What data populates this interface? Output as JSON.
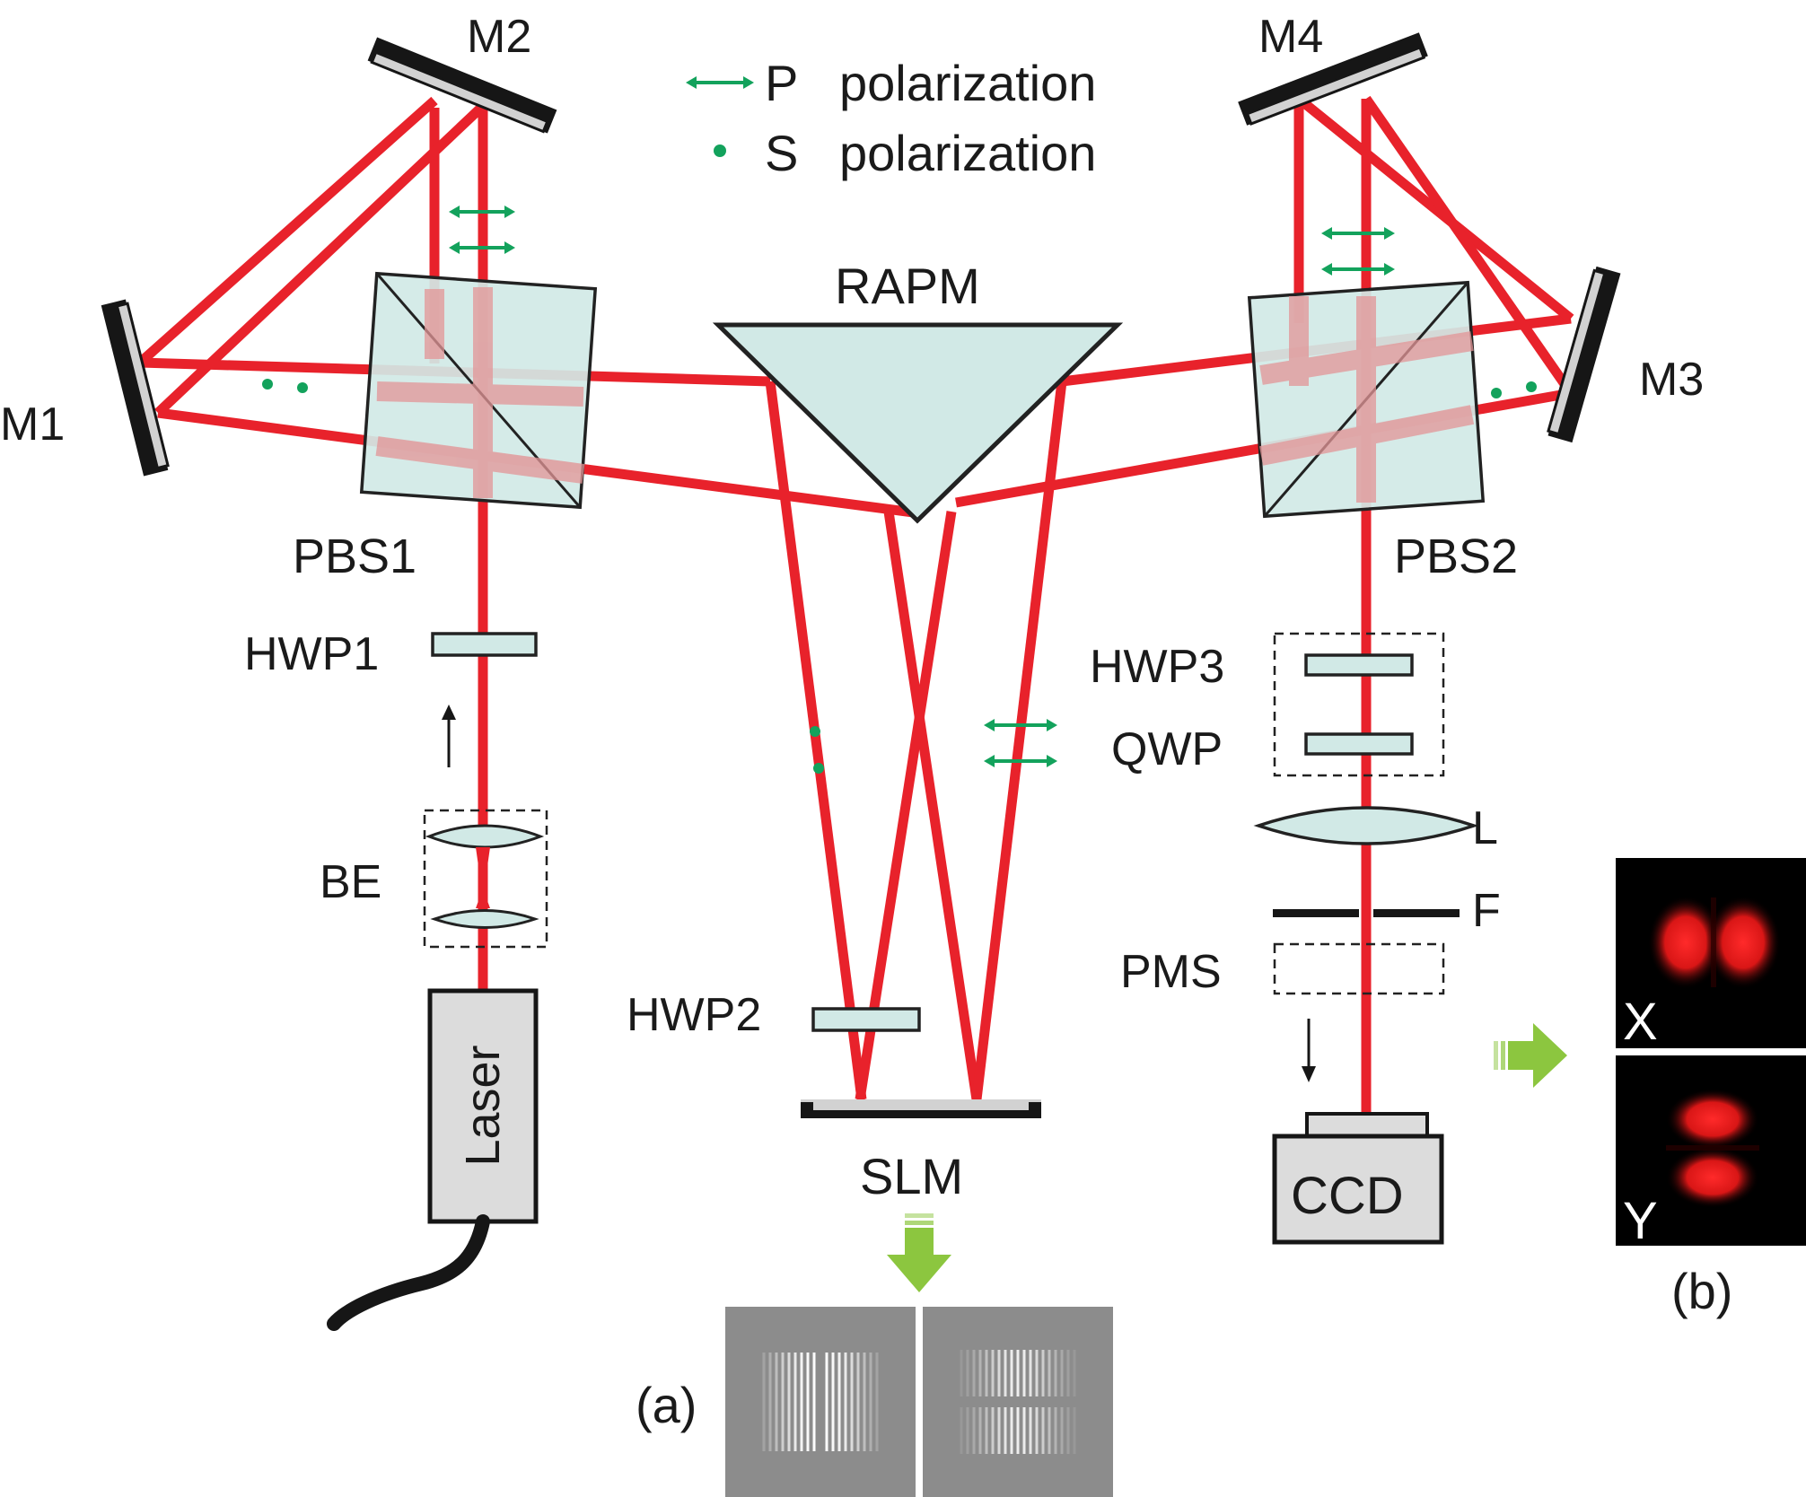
{
  "legend": {
    "p_symbol": "P",
    "p_text": "polarization",
    "s_symbol": "S",
    "s_text": "polarization"
  },
  "labels": {
    "m1": "M1",
    "m2": "M2",
    "m3": "M3",
    "m4": "M4",
    "pbs1": "PBS1",
    "pbs2": "PBS2",
    "rapm": "RAPM",
    "hwp1": "HWP1",
    "hwp2": "HWP2",
    "hwp3": "HWP3",
    "qwp": "QWP",
    "be": "BE",
    "laser": "Laser",
    "slm": "SLM",
    "lens": "L",
    "filter": "F",
    "pms": "PMS",
    "ccd": "CCD",
    "panel_a": "(a)",
    "panel_b": "(b)",
    "x": "X",
    "y": "Y"
  },
  "colors": {
    "beam": "#e8222b",
    "polarization_marker": "#13a25c",
    "output_arrow": "#8cc63f",
    "optic_fill": "#d1e9e6"
  }
}
